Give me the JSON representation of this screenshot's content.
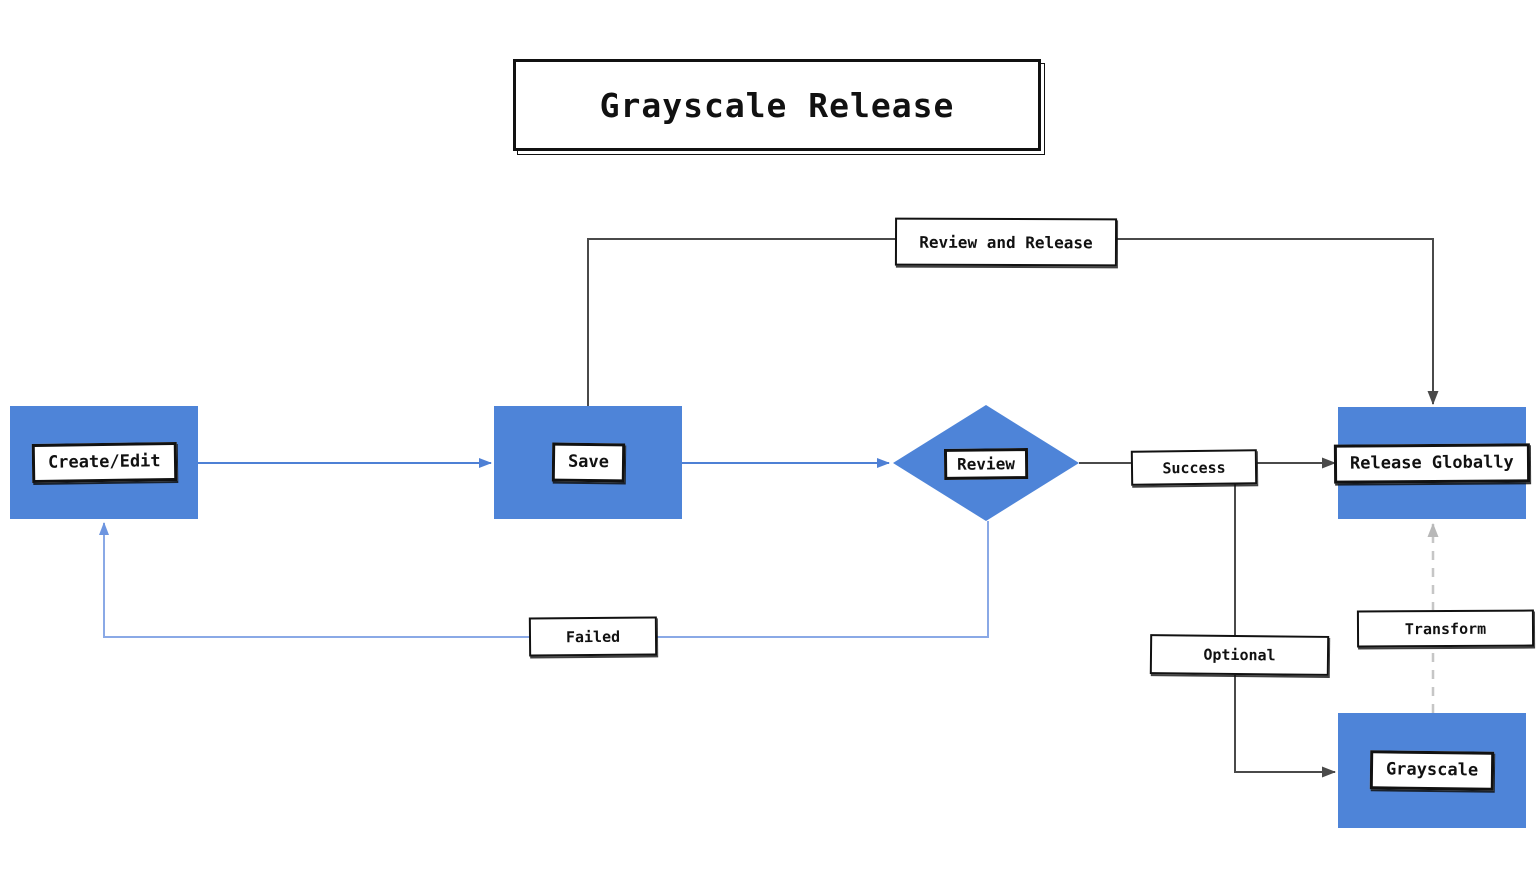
{
  "diagram": {
    "title": "Grayscale Release",
    "nodes": {
      "create_edit": {
        "label": "Create/Edit",
        "shape": "rect"
      },
      "save": {
        "label": "Save",
        "shape": "rect"
      },
      "review": {
        "label": "Review",
        "shape": "diamond"
      },
      "release_globally": {
        "label": "Release Globally",
        "shape": "rect"
      },
      "grayscale": {
        "label": "Grayscale",
        "shape": "rect"
      }
    },
    "edges": {
      "create_to_save": {
        "from": "create_edit",
        "to": "save",
        "label": "",
        "color": "blue",
        "style": "solid"
      },
      "save_to_review": {
        "from": "save",
        "to": "review",
        "label": "",
        "color": "blue",
        "style": "solid"
      },
      "success": {
        "from": "review",
        "to": "release_globally",
        "label": "Success",
        "color": "dark",
        "style": "solid"
      },
      "review_and_release": {
        "from": "save",
        "to": "release_globally",
        "label": "Review and Release",
        "color": "dark",
        "style": "solid"
      },
      "failed": {
        "from": "review",
        "to": "create_edit",
        "label": "Failed",
        "color": "light-blue",
        "style": "solid"
      },
      "optional": {
        "from": "review",
        "to": "grayscale",
        "label": "Optional",
        "color": "dark",
        "style": "solid"
      },
      "transform": {
        "from": "grayscale",
        "to": "release_globally",
        "label": "Transform",
        "color": "gray",
        "style": "dashed"
      }
    },
    "colors": {
      "node_fill": "#4e84d8",
      "edge_blue": "#4e80d5",
      "edge_light_blue": "#8aa9e6",
      "edge_dark": "#4a4a4a",
      "edge_dashed_gray": "#c6c6c6",
      "label_border": "#111111",
      "background": "#ffffff"
    }
  }
}
